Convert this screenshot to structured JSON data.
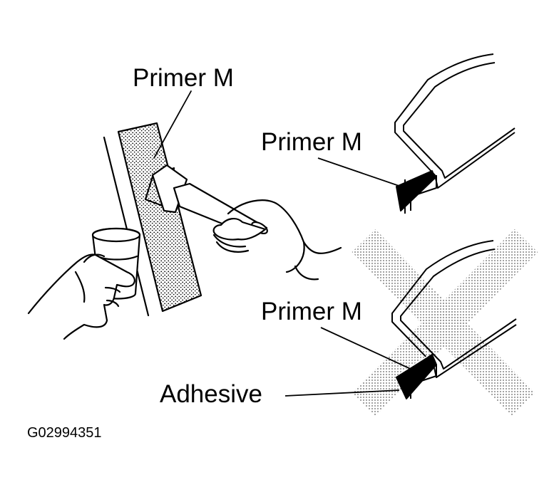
{
  "labels": {
    "primer_top": "Primer M",
    "primer_right": "Primer M",
    "primer_bottom": "Primer M",
    "adhesive": "Adhesive"
  },
  "figure_code": "G02994351",
  "colors": {
    "ink": "#000000",
    "paper": "#ffffff",
    "prohibited_x": "#b8b8b8"
  },
  "icons": {
    "left": "hand-applying-primer-with-brush",
    "right_top": "glass-edge-cross-section-correct",
    "right_bottom": "glass-edge-cross-section-incorrect"
  }
}
